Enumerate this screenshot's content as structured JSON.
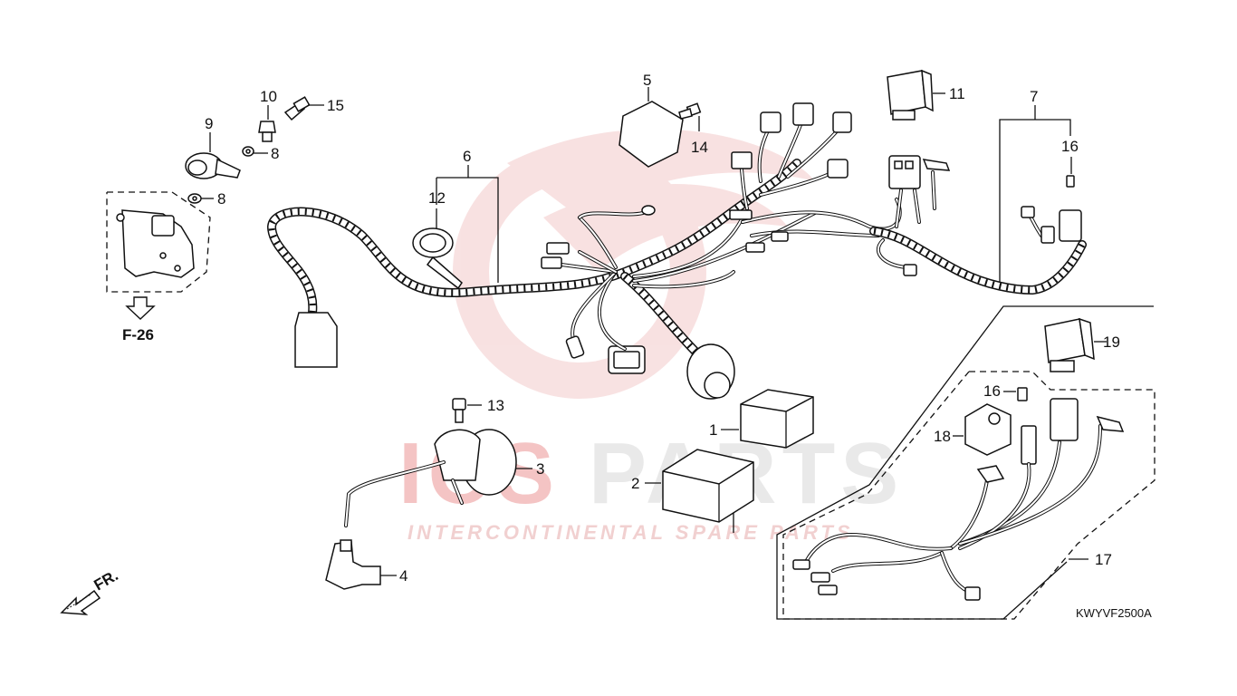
{
  "watermark": {
    "brand_left": "ICS",
    "brand_right": "PARTS",
    "tagline": "INTERCONTINENTAL SPARE PARTS"
  },
  "callouts": {
    "p1": "1",
    "p2": "2",
    "p3": "3",
    "p4": "4",
    "p5": "5",
    "p6": "6",
    "p7": "7",
    "p8a": "8",
    "p8b": "8",
    "p9": "9",
    "p10": "10",
    "p11": "11",
    "p12": "12",
    "p13": "13",
    "p14": "14",
    "p15": "15",
    "p16a": "16",
    "p16b": "16",
    "p17": "17",
    "p18": "18",
    "p19": "19"
  },
  "reference": "F-26",
  "direction": "FR.",
  "diagram_code": "KWYVF2500A",
  "colors": {
    "line": "#111111",
    "watermark_red": "#f4c4c4",
    "watermark_gray": "#e9e9e9"
  }
}
